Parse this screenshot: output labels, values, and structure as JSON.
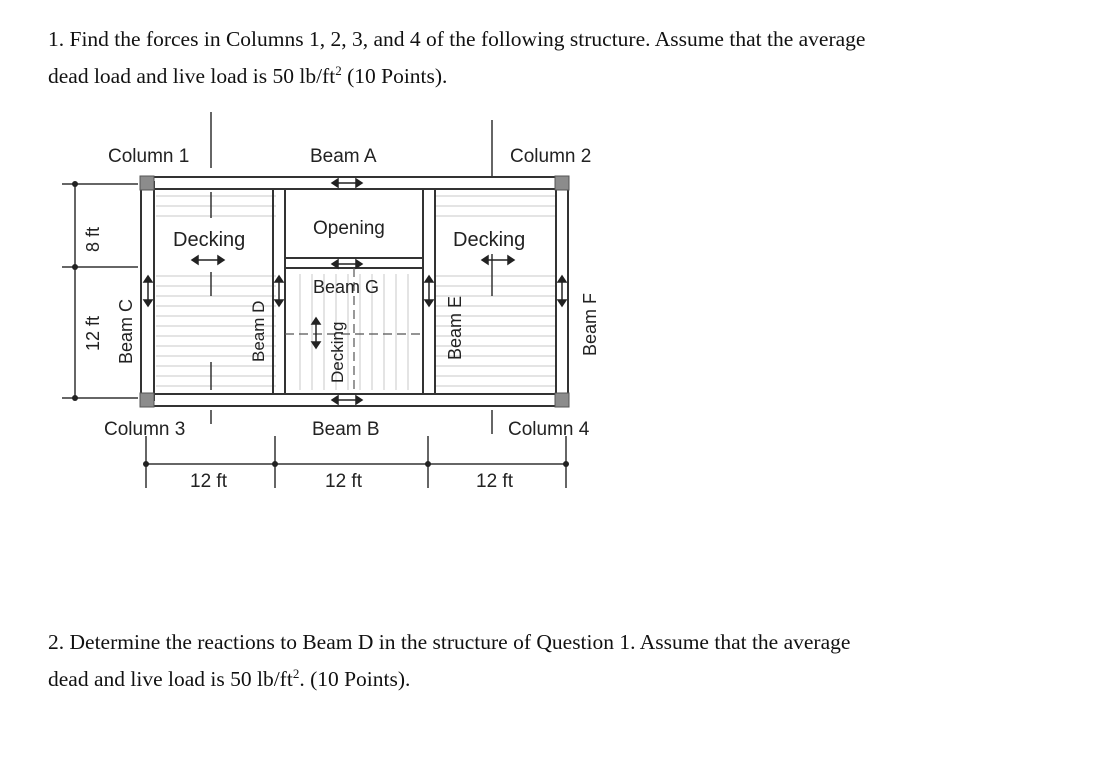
{
  "question1": {
    "line1": "1. Find the forces in Columns 1, 2, 3, and 4 of the following structure. Assume that the average",
    "line2_pre": "dead load and live load is 50 lb/ft",
    "line2_sup": "2",
    "line2_post": " (10 Points)."
  },
  "question2": {
    "line1": "2.  Determine the reactions to Beam D in the structure of Question 1. Assume that the average",
    "line2_pre": "dead and live load is 50 lb/ft",
    "line2_sup": "2",
    "line2_post": ". (10 Points)."
  },
  "figure": {
    "column1": "Column 1",
    "column2": "Column 2",
    "column3": "Column 3",
    "column4": "Column 4",
    "beam_a": "Beam A",
    "beam_b": "Beam B",
    "beam_c": "Beam C",
    "beam_d": "Beam D",
    "beam_e": "Beam E",
    "beam_f": "Beam F",
    "beam_g": "Beam G",
    "opening": "Opening",
    "decking_left": "Decking",
    "decking_right": "Decking",
    "decking_middle": "Decking",
    "dim_top": "8 ft",
    "dim_bottom": "12 ft",
    "dim_span1": "12 ft",
    "dim_span2": "12 ft",
    "dim_span3": "12 ft"
  }
}
